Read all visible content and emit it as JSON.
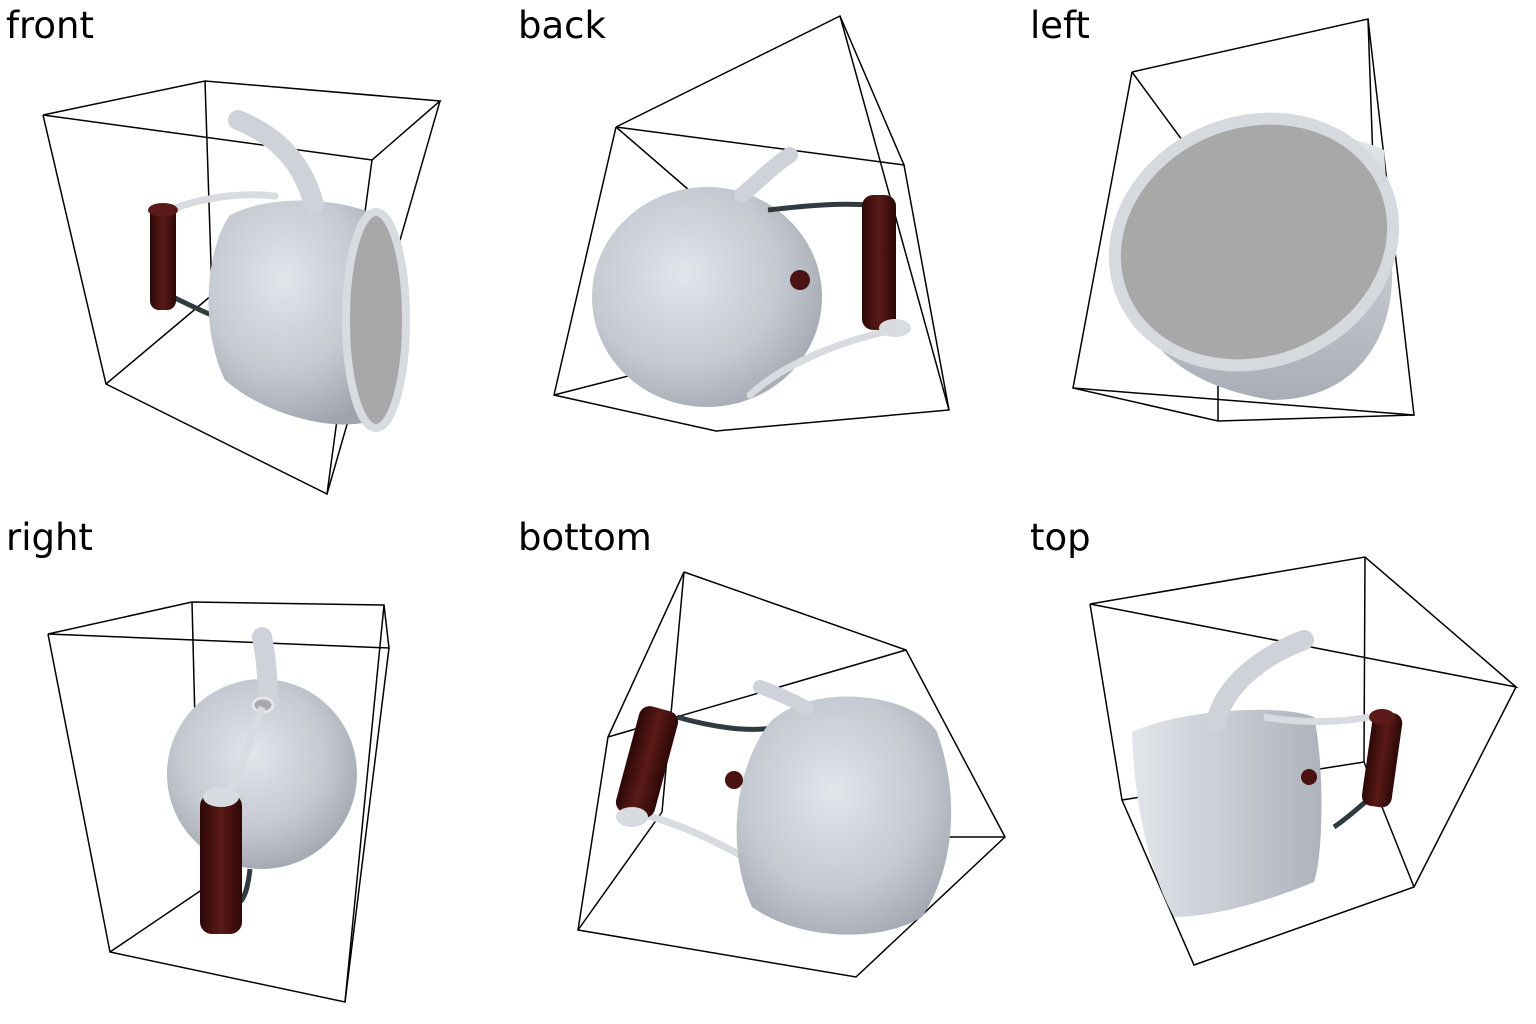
{
  "views": [
    {
      "id": "front",
      "label": "front"
    },
    {
      "id": "back",
      "label": "back"
    },
    {
      "id": "left",
      "label": "left"
    },
    {
      "id": "right",
      "label": "right"
    },
    {
      "id": "bottom",
      "label": "bottom"
    },
    {
      "id": "top",
      "label": "top"
    }
  ],
  "colors": {
    "background": "#ffffff",
    "box_edge": "#000000",
    "body": "#c9ccd3",
    "body_shade": "#a9adb6",
    "opening": "#a8a8a8",
    "handle_grip": "#4a1210",
    "handle_wire_light": "#d8dbe0",
    "handle_wire_dark": "#2f3b3e"
  }
}
